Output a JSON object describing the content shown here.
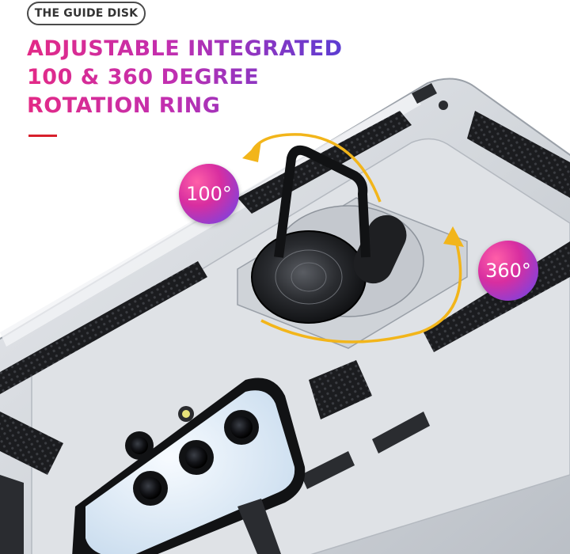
{
  "brand_tag": "THE GUIDE DISK",
  "headline": {
    "line1": "ADJUSTABLE INTEGRATED",
    "line2": "100 & 360 DEGREE",
    "line3": "ROTATION RING"
  },
  "badges": {
    "small_angle": "100°",
    "full_angle": "360°"
  },
  "colors": {
    "headline_gradient_start": "#e32a86",
    "headline_gradient_end": "#5b3cd2",
    "accent_bar": "#d8202c",
    "arrow": "#f2b51a",
    "case_silver": "#cfd3d8"
  }
}
